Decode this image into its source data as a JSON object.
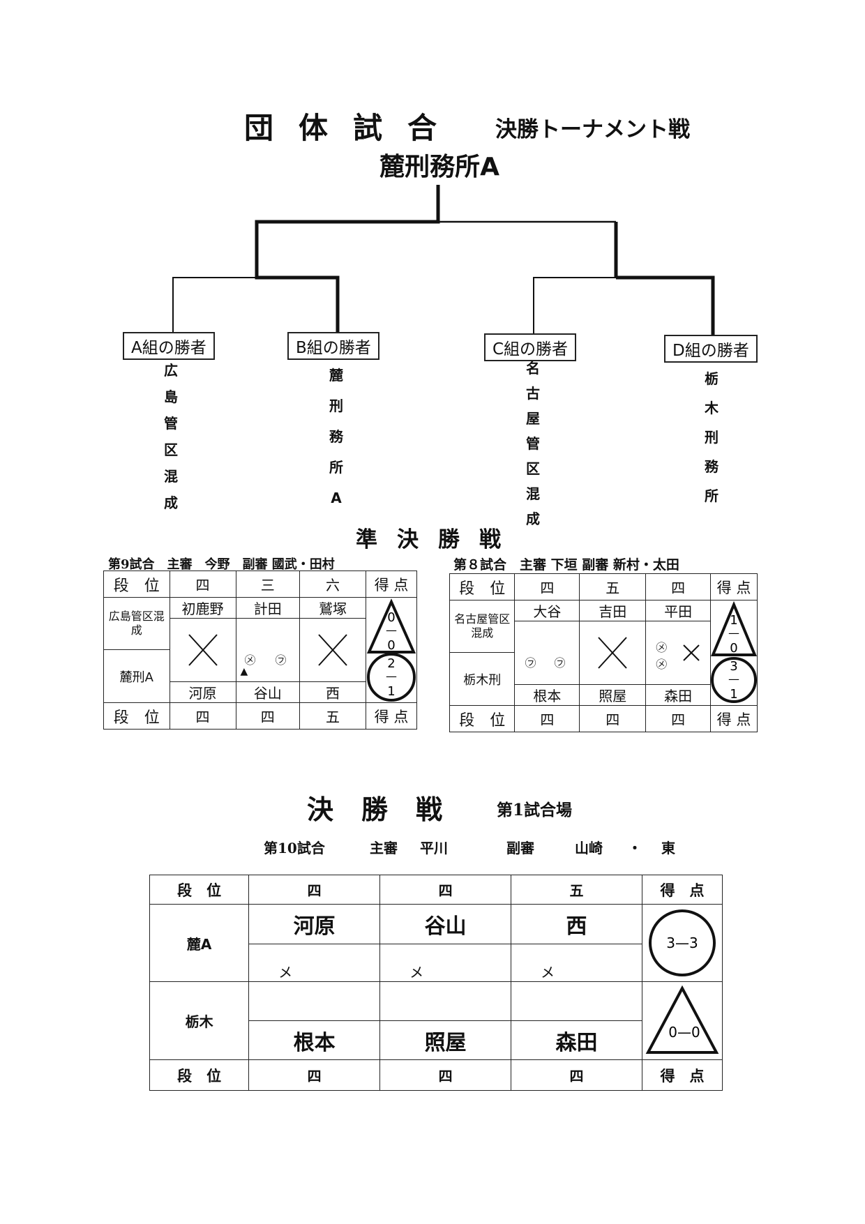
{
  "header": {
    "title": "団体試合",
    "subtitle": "決勝トーナメント戦",
    "champion": "麓刑務所A"
  },
  "groups": [
    {
      "label": "A組の勝者",
      "team_chars": [
        "広",
        "島",
        "管",
        "区",
        "混",
        "成"
      ]
    },
    {
      "label": "B組の勝者",
      "team_chars": [
        "麓",
        "刑",
        "務",
        "所",
        "A"
      ]
    },
    {
      "label": "C組の勝者",
      "team_chars": [
        "名",
        "古",
        "屋",
        "管",
        "区",
        "混",
        "成"
      ]
    },
    {
      "label": "D組の勝者",
      "team_chars": [
        "栃",
        "木",
        "刑",
        "務",
        "所"
      ]
    }
  ],
  "semifinal": {
    "title": "準決勝戦",
    "match9": {
      "meta": "第9試合　主審　今野　副審 國武・田村",
      "rank_label": "段　位",
      "score_label": "得 点",
      "top_ranks": [
        "四",
        "三",
        "六"
      ],
      "team_top": "広島管区混成",
      "top_players": [
        "初鹿野",
        "計田",
        "鷲塚"
      ],
      "team_bottom": "麓刑A",
      "bottom_players": [
        "河原",
        "谷山",
        "西"
      ],
      "bottom_ranks": [
        "四",
        "四",
        "五"
      ],
      "marks_col2": [
        "㋱",
        "㋫"
      ],
      "penalty_mark": "▲",
      "top_score": {
        "wins": "0",
        "points": "0",
        "dash": "—"
      },
      "bottom_score": {
        "wins": "2",
        "points": "1",
        "dash": "—"
      }
    },
    "match8": {
      "meta": "第８試合　主審 下垣 副審 新村・太田",
      "rank_label": "段　位",
      "score_label": "得 点",
      "top_ranks": [
        "四",
        "五",
        "四"
      ],
      "team_top": "名古屋管区混成",
      "top_players": [
        "大谷",
        "吉田",
        "平田"
      ],
      "team_bottom": "栃木刑",
      "bottom_players": [
        "根本",
        "照屋",
        "森田"
      ],
      "bottom_ranks": [
        "四",
        "四",
        "四"
      ],
      "marks_col1": [
        "㋫",
        "㋫"
      ],
      "marks_col3": [
        "㋱",
        "㋱"
      ],
      "top_score": {
        "wins": "1",
        "points": "0",
        "dash": "—"
      },
      "bottom_score": {
        "wins": "3",
        "points": "1",
        "dash": "—"
      }
    }
  },
  "final": {
    "title": "決勝戦",
    "venue": "第1試合場",
    "meta": {
      "match": "第10試合",
      "chief_label": "主審",
      "chief": "平川",
      "sub_label": "副審",
      "sub1": "山崎",
      "dot": "・",
      "sub2": "東"
    },
    "rank_label": "段　位",
    "score_label": "得　点",
    "top_ranks": [
      "四",
      "四",
      "五"
    ],
    "team_top": "麓A",
    "top_players": [
      "河原",
      "谷山",
      "西"
    ],
    "top_marks": [
      "メ",
      "メ",
      "メ"
    ],
    "team_bottom": "栃木",
    "bottom_players": [
      "根本",
      "照屋",
      "森田"
    ],
    "bottom_ranks": [
      "四",
      "四",
      "四"
    ],
    "top_score": "3—3",
    "bottom_score": "0—0"
  }
}
